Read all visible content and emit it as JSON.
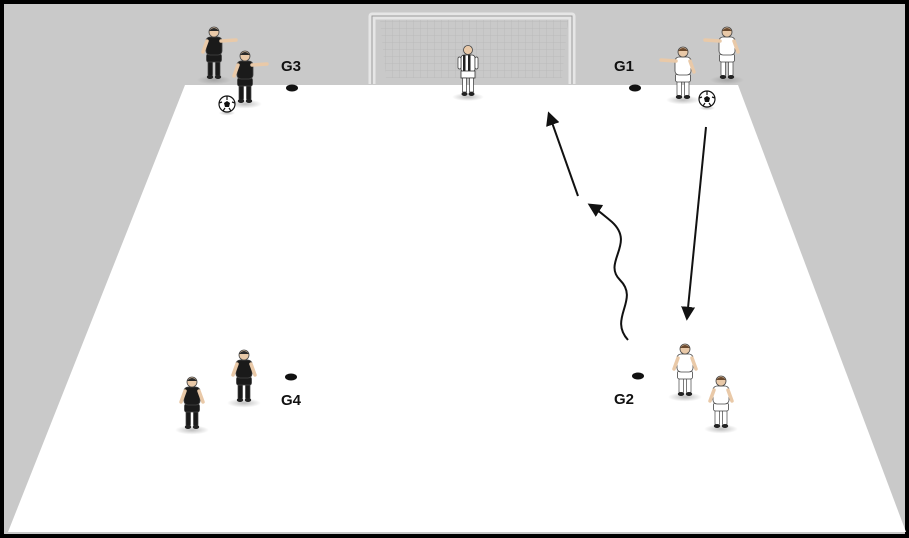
{
  "colors": {
    "background": "#c9c9c9",
    "pitch": "#ffffff",
    "team_dark": "#1a1a1a",
    "team_light": "#ffffff",
    "arrow": "#111111"
  },
  "cones": [
    {
      "label": "G1"
    },
    {
      "label": "G2"
    },
    {
      "label": "G3"
    },
    {
      "label": "G4"
    }
  ],
  "pieces": {
    "goal": "goal-icon",
    "goalkeeper": "goalkeeper-icon",
    "ball": "ball-icon",
    "cone": "cone-icon"
  }
}
